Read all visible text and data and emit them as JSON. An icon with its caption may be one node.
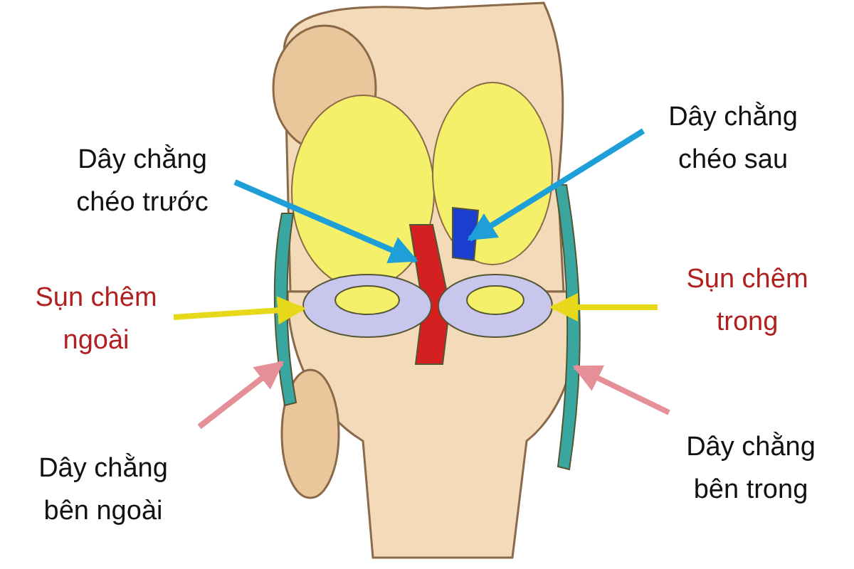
{
  "diagram": {
    "nodes": [
      {
        "text": [
          "Dây chằng chéo trước"
        ]
      },
      {
        "text": [
          "Dây chằng chéo sau"
        ]
      },
      {
        "text": [
          "Sụn chêm ngoài"
        ]
      },
      {
        "text": [
          "Sụn chêm trong"
        ]
      },
      {
        "text": [
          "Dây chằng bên ngoài"
        ]
      },
      {
        "text": [
          "Dây chằng bên trong"
        ]
      },
      {
        "text": [],
        "shape": "bar"
      },
      {
        "text": [],
        "shape": "bar"
      },
      {
        "text": [],
        "shape": "circle"
      },
      {
        "text": [],
        "shape": "circle"
      },
      {
        "text": [],
        "shape": "bar"
      },
      {
        "text": [],
        "shape": "bar"
      }
    ],
    "edges": [
      {
        "from": 0,
        "to": 6,
        "arrow": "to",
        "color": "#1e9fd8"
      },
      {
        "from": 1,
        "to": 7,
        "arrow": "to",
        "color": "#1e9fd8"
      },
      {
        "from": 2,
        "to": 8,
        "arrow": "to",
        "color": "#e8d81a"
      },
      {
        "from": 3,
        "to": 9,
        "arrow": "to",
        "color": "#e8d81a"
      },
      {
        "from": 4,
        "to": 10,
        "arrow": "to",
        "color": "#e58f98"
      },
      {
        "from": 5,
        "to": 11,
        "arrow": "to",
        "color": "#e58f98"
      }
    ]
  }
}
